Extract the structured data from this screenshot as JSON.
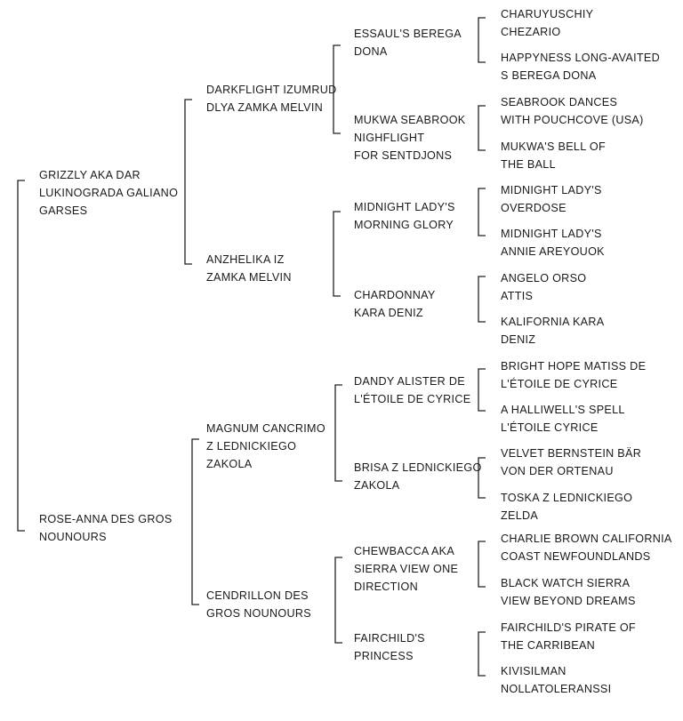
{
  "pedigree": {
    "sire": {
      "name": "GRIZZLY AKA DAR\nLUKINOGRADA GALIANO\nGARSES",
      "sire": {
        "name": "DARKFLIGHT IZUMRUD\nDLYA ZAMKA MELVIN",
        "sire": {
          "name": "ESSAUL'S BEREGA\nDONA",
          "sire": {
            "name": "CHARUYUSCHIY\nCHEZARIO"
          },
          "dam": {
            "name": "HAPPYNESS LONG-AVAITED\nS BEREGA DONA"
          }
        },
        "dam": {
          "name": "MUKWA SEABROOK\nNIGHFLIGHT\nFOR SENTDJONS",
          "sire": {
            "name": "SEABROOK DANCES\nWITH POUCHCOVE (USA)"
          },
          "dam": {
            "name": "MUKWA'S BELL OF\nTHE BALL"
          }
        }
      },
      "dam": {
        "name": "ANZHELIKA IZ\nZAMKA MELVIN",
        "sire": {
          "name": "MIDNIGHT LADY'S\nMORNING GLORY",
          "sire": {
            "name": "MIDNIGHT LADY'S\nOVERDOSE"
          },
          "dam": {
            "name": "MIDNIGHT LADY'S\nANNIE AREYOUOK"
          }
        },
        "dam": {
          "name": "CHARDONNAY\nKARA DENIZ",
          "sire": {
            "name": "ANGELO ORSO\nATTIS"
          },
          "dam": {
            "name": "KALIFORNIA KARA\nDENIZ"
          }
        }
      }
    },
    "dam": {
      "name": "ROSE-ANNA DES GROS\nNOUNOURS",
      "sire": {
        "name": "MAGNUM CANCRIMO\nZ LEDNICKIEGO\nZAKOLA",
        "sire": {
          "name": "DANDY ALISTER DE\nL'ÉTOILE DE CYRICE",
          "sire": {
            "name": "BRIGHT HOPE MATISS DE\nL'ÉTOILE DE CYRICE"
          },
          "dam": {
            "name": "A HALLIWELL'S SPELL\nL'ÉTOILE CYRICE"
          }
        },
        "dam": {
          "name": "BRISA Z LEDNICKIEGO\nZAKOLA",
          "sire": {
            "name": "VELVET BERNSTEIN BÄR\nVON DER ORTENAU"
          },
          "dam": {
            "name": "TOSKA Z LEDNICKIEGO\nZELDA"
          }
        }
      },
      "dam": {
        "name": "CENDRILLON DES\nGROS NOUNOURS",
        "sire": {
          "name": "CHEWBACCA AKA\nSIERRA VIEW ONE\nDIRECTION",
          "sire": {
            "name": "CHARLIE BROWN CALIFORNIA\nCOAST NEWFOUNDLANDS"
          },
          "dam": {
            "name": "BLACK WATCH SIERRA\nVIEW BEYOND DREAMS"
          }
        },
        "dam": {
          "name": "FAIRCHILD'S\nPRINCESS",
          "sire": {
            "name": "FAIRCHILD'S PIRATE OF\nTHE CARRIBEAN"
          },
          "dam": {
            "name": "KIVISILMAN\nNOLLATOLERANSSI"
          }
        }
      }
    }
  }
}
